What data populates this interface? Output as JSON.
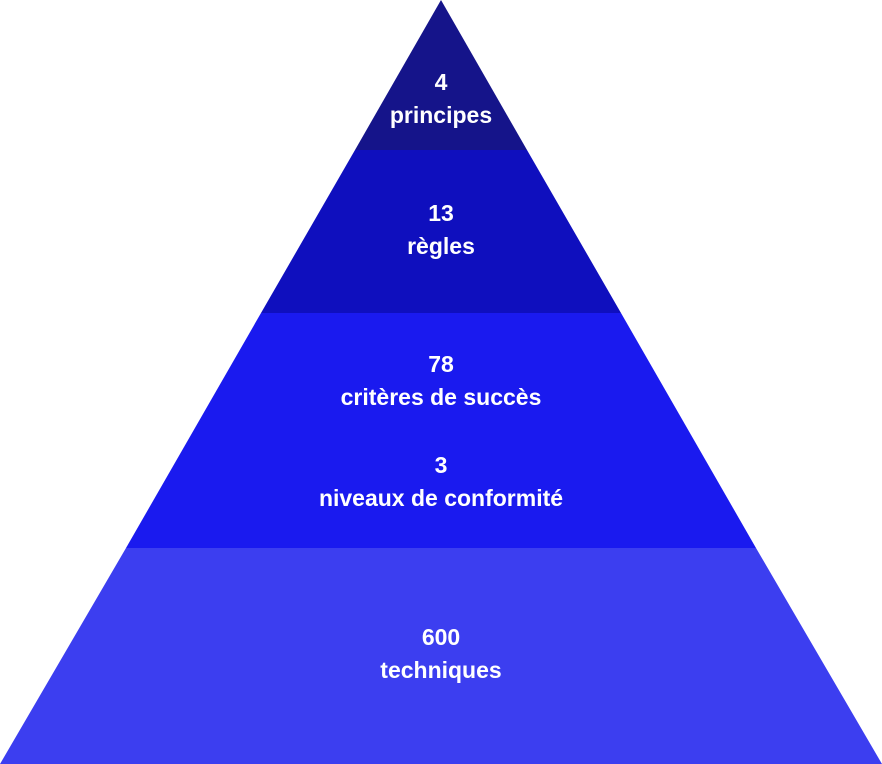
{
  "pyramid": {
    "levels": [
      {
        "number": "4",
        "label": "principes",
        "color": "#15148a"
      },
      {
        "number": "13",
        "label": "règles",
        "color": "#0f0fbe"
      },
      {
        "number": "78",
        "label": "critères de succès",
        "number_2": "3",
        "label_2": "niveaux de conformité",
        "color": "#1a1aef"
      },
      {
        "number": "600",
        "label": "techniques",
        "color": "#3c3ef0"
      }
    ]
  }
}
